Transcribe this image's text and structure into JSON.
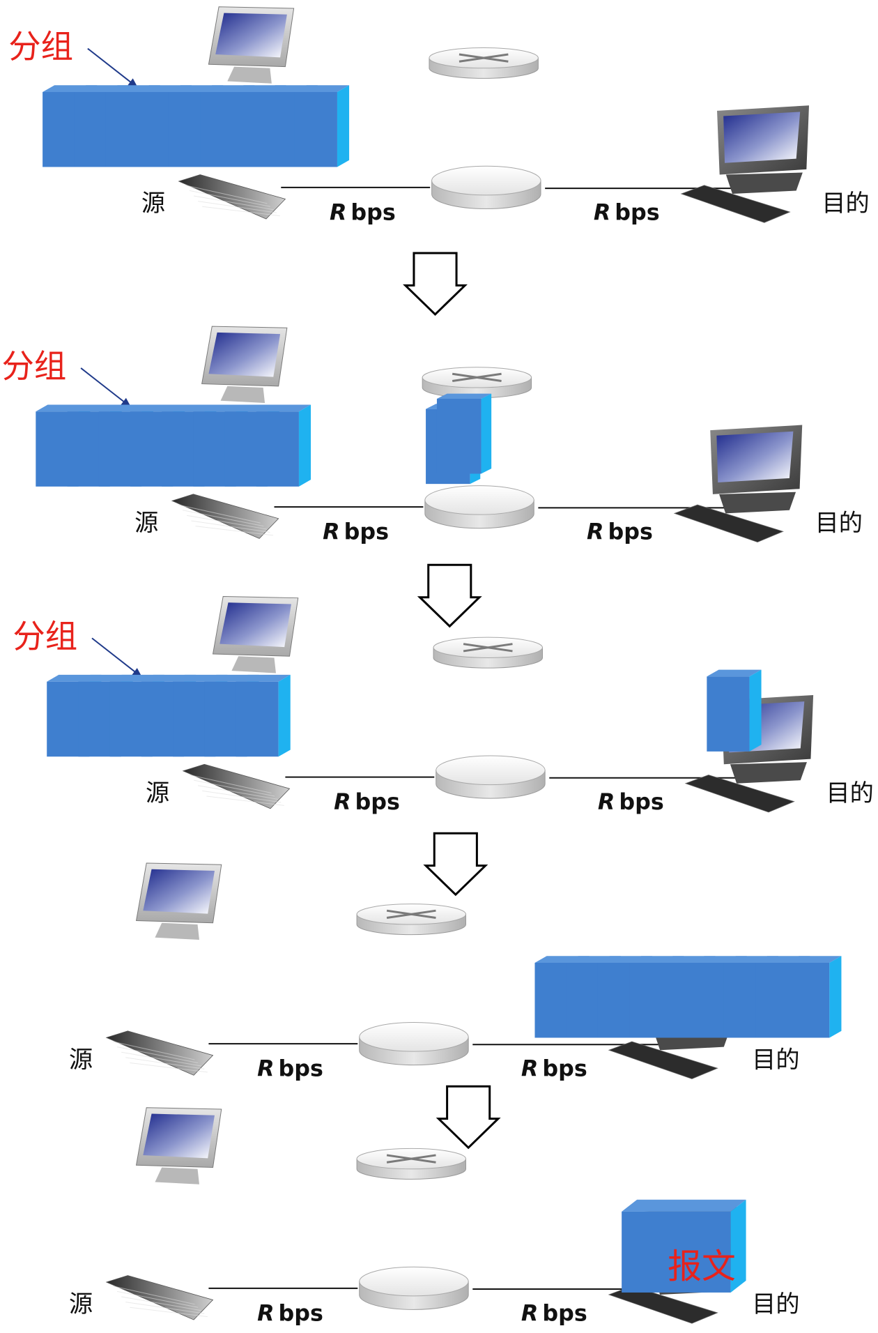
{
  "labels": {
    "packets": "分组",
    "source": "源",
    "destination": "目的",
    "rate_italic": "R",
    "rate_unit": "bps",
    "message": "报文"
  },
  "colors": {
    "packet_face": "#3f7fcf",
    "packet_side": "#1fb2f0",
    "packet_top": "#5a96dc",
    "label_red": "#e8221b",
    "arrow_navy": "#1f3a8a",
    "link": "#111111"
  },
  "icons": {
    "monitor": "crt-monitor-icon",
    "keyboard": "keyboard-icon",
    "router": "router-icon",
    "switch": "switch-disc-icon",
    "down_arrow": "hollow-down-arrow-icon"
  },
  "stages": [
    {
      "source_packets": 9,
      "router_packets": 0,
      "dest_packets": 0,
      "dest_message": false
    },
    {
      "source_packets": 8,
      "router_packets": 1,
      "dest_packets": 0,
      "dest_message": false
    },
    {
      "source_packets": 7,
      "router_packets": 1,
      "dest_packets": 1,
      "dest_message": false
    },
    {
      "source_packets": 0,
      "router_packets": 0,
      "dest_packets": 9,
      "dest_message": false
    },
    {
      "source_packets": 0,
      "router_packets": 0,
      "dest_packets": 0,
      "dest_message": true
    }
  ]
}
